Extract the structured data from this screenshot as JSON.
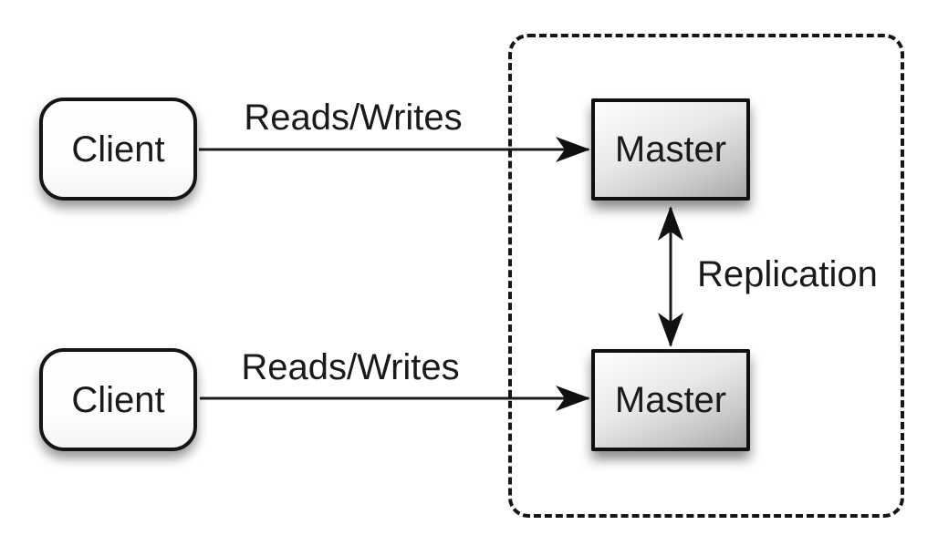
{
  "diagram": {
    "type": "architecture-diagram",
    "topic": "master-master-replication",
    "nodes": {
      "client_top": {
        "label": "Client"
      },
      "client_bottom": {
        "label": "Client"
      },
      "master_top": {
        "label": "Master"
      },
      "master_bottom": {
        "label": "Master"
      }
    },
    "edge_labels": {
      "reads_writes_top": "Reads/Writes",
      "reads_writes_bottom": "Reads/Writes",
      "replication": "Replication"
    },
    "cluster": {
      "style": "dashed-rounded-rectangle",
      "contains": "master_top, master_bottom"
    },
    "colors": {
      "background": "#ffffff",
      "stroke": "#161616",
      "client_fill": "#ffffff",
      "master_fill_light": "#fefefe",
      "master_fill_dark": "#a8a8a8",
      "text": "#1a1a1a"
    }
  }
}
